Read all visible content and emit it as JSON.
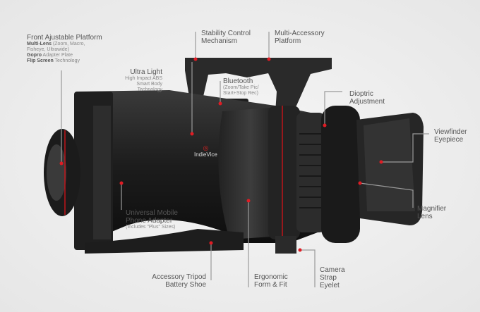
{
  "brand": "IndieVice",
  "accent_color": "#e01c24",
  "labels": {
    "front_platform": {
      "title": "Front Ajustable Platform",
      "lines": [
        {
          "bold": "Multi-Lens",
          "text": " (Zoom, Macro,"
        },
        {
          "bold": "",
          "text": "Fisheye, Ultrawide)"
        },
        {
          "bold": "Gopro",
          "text": " Adapter Plate"
        },
        {
          "bold": "Flip Screen",
          "text": " Technology"
        }
      ]
    },
    "ultra_light": {
      "title": "Ultra Light",
      "lines": [
        "High Impact ABS",
        "Smart Body",
        "Technology"
      ]
    },
    "stability": {
      "lines": [
        "Stability Control",
        "Mechanism"
      ]
    },
    "multi_accessory": {
      "lines": [
        "Multi-Accessory",
        "Platform"
      ]
    },
    "bluetooth": {
      "title": "Bluetooth",
      "lines": [
        "(Zoom/Take Pic/",
        "Start+Stop Rec)"
      ]
    },
    "dioptric": {
      "lines": [
        "Dioptric",
        "Adjustment"
      ]
    },
    "viewfinder": {
      "lines": [
        "Viewfinder",
        "Eyepiece"
      ]
    },
    "magnifier": {
      "lines": [
        "Magnifier",
        "Lens"
      ]
    },
    "phone_adapter": {
      "lines": [
        "Universal Mobile",
        "Phone Adapter"
      ],
      "sub": "(Includes \"Plus\" Sizes)"
    },
    "tripod": {
      "lines": [
        "Accessory Tripod",
        "Battery Shoe"
      ]
    },
    "ergonomic": {
      "lines": [
        "Ergonomic",
        "Form & Fit"
      ]
    },
    "strap": {
      "lines": [
        "Camera",
        "Strap",
        "Eyelet"
      ]
    }
  }
}
